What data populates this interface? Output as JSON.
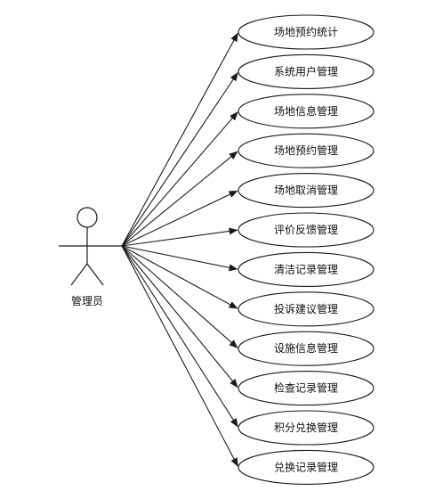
{
  "actor": {
    "label": "管理员"
  },
  "use_cases": [
    {
      "label": "场地预约统计"
    },
    {
      "label": "系统用户管理"
    },
    {
      "label": "场地信息管理"
    },
    {
      "label": "场地预约管理"
    },
    {
      "label": "场地取消管理"
    },
    {
      "label": "评价反馈管理"
    },
    {
      "label": "清洁记录管理"
    },
    {
      "label": "投诉建议管理"
    },
    {
      "label": "设施信息管理"
    },
    {
      "label": "检查记录管理"
    },
    {
      "label": "积分兑换管理"
    },
    {
      "label": "兑换记录管理"
    }
  ],
  "colors": {
    "stroke": "#1a1a1a",
    "background": "#ffffff"
  }
}
